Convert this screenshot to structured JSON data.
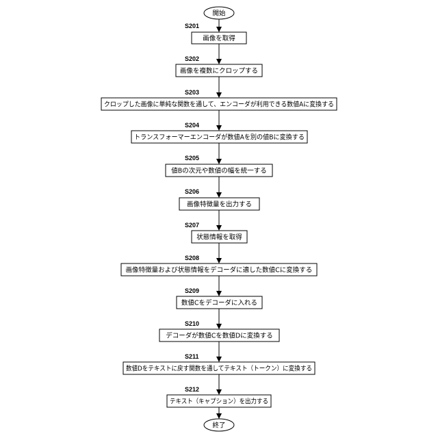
{
  "flowchart": {
    "start": {
      "label": "開始"
    },
    "end": {
      "label": "終了"
    },
    "steps": [
      {
        "id": "S201",
        "text": "画像を取得"
      },
      {
        "id": "S202",
        "text": "画像を複数にクロップする"
      },
      {
        "id": "S203",
        "text": "クロップした画像に単純な関数を通して、エンコーダが利用できる数値Aに変換する"
      },
      {
        "id": "S204",
        "text": "トランスフォーマーエンコーダが数値Aを別の値Bに変換する"
      },
      {
        "id": "S205",
        "text": "値Bの次元や数値の幅を統一する"
      },
      {
        "id": "S206",
        "text": "画像特徴量を出力する"
      },
      {
        "id": "S207",
        "text": "状態情報を取得"
      },
      {
        "id": "S208",
        "text": "画像特徴量および状態情報をデコーダに適した数値Cに変換する"
      },
      {
        "id": "S209",
        "text": "数値Cをデコーダに入れる"
      },
      {
        "id": "S210",
        "text": "デコーダが数値Cを数値Dに変換する"
      },
      {
        "id": "S211",
        "text": "数値Dをテキストに戻す関数を通してテキスト（トークン）に変換する"
      },
      {
        "id": "S212",
        "text": "テキスト（キャプション）を出力する"
      }
    ]
  }
}
